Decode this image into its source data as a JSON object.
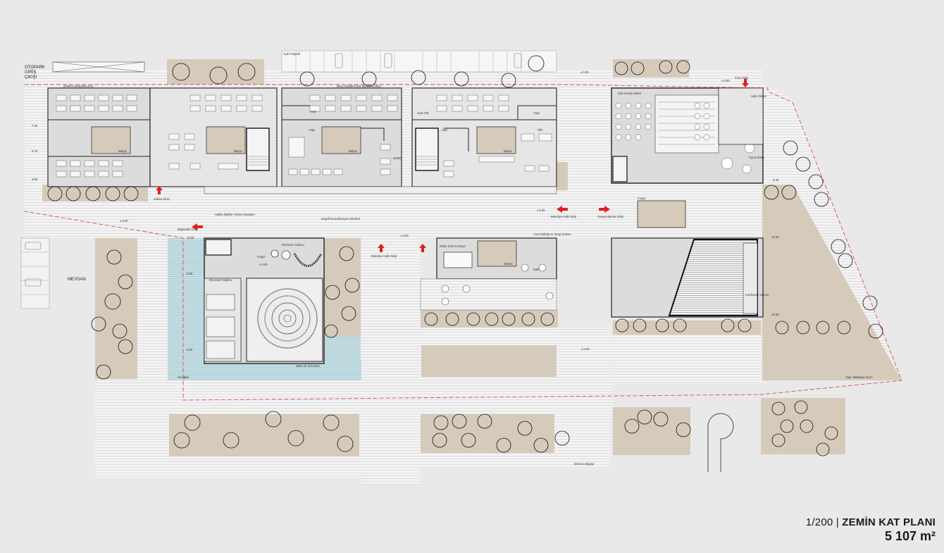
{
  "plan": {
    "scale": "1/200",
    "separator": "|",
    "title": "ZEMİN KAT PLANI",
    "area": "5 107 m²"
  },
  "labels": {
    "otopark": "OTOPARK",
    "giris": "GİRİŞ",
    "cikisi": "ÇIKIŞI",
    "meydan": "MEYDAN",
    "acik_otopark": "Açık Otopark",
    "zabita_mudurlugu": "ZABITA MÜDÜRLÜĞÜ",
    "mali_hizmetler": "MALİ HİZMETLER MÜDÜRLÜĞÜ",
    "bahce": "Bahçe",
    "arsiv": "Arşiv",
    "acik_ofis": "Açık Ofis",
    "ofis": "Ofis",
    "mudur": "Müdür",
    "zabita_girisi": "Zabıta Girişi",
    "halkla_iliskiler": "Halkla İlişkiler Hizmet Masaları",
    "baskanlik_girisi": "Başkanlık Girişi",
    "engelli_koordinasyon": "Engelli Koordinasyon Merkezi",
    "fuaye": "Fuaye",
    "encumen_salonu": "Encümen Salonu",
    "meclis_salonu": "MECLİS SALONU",
    "su_ogesi": "Su öğesi",
    "belediye_halk_girisi": "Belediye Halk Girişi",
    "kent_konseyi": "Elektr Kent Konseyi",
    "kafe": "Kafe",
    "kent_bellegi": "Kent belleği ve Sergi Salonu",
    "cok_amacli_salon": "Çok Amaçlı Salon",
    "kres_girisi": "Kreş Girişi",
    "uyku_odasi": "Uyku Odası",
    "oyun_odasi": "Oyun Odası",
    "sosyal_alanlar_girisi": "Sosyal alanlar Girişi",
    "konferans_salonu": "Konferans Salonu",
    "mevcut_agaclar": "Mevcut Ağaçlar",
    "yapi_yaklasma": "Yapı Yaklaşma Sınırı",
    "kot_000": "± 0.00",
    "kot_550": "5.50",
    "kot_570": "5.70",
    "kot_730": "7.30",
    "kot_1200": "12.00",
    "kot_1400": "14.00",
    "kot_600": "6.00",
    "kot_540": "5.40"
  },
  "colors": {
    "background": "#e9e9e9",
    "building": "#dcdcdc",
    "landscape": "#d6cabb",
    "water": "#c4dde3",
    "arrow": "#e0201c",
    "boundary": "#d44b6a"
  }
}
